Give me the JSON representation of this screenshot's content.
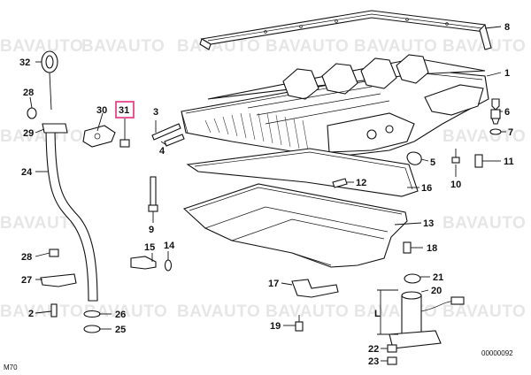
{
  "diagram": {
    "watermark": "BAVAUTO",
    "corner_left": "M70",
    "corner_right": "00000092",
    "highlight_color": "#e0307a",
    "callouts": [
      {
        "id": "c1",
        "label": "1"
      },
      {
        "id": "c2",
        "label": "2"
      },
      {
        "id": "c3",
        "label": "3"
      },
      {
        "id": "c4",
        "label": "4"
      },
      {
        "id": "c5",
        "label": "5"
      },
      {
        "id": "c6",
        "label": "6"
      },
      {
        "id": "c7",
        "label": "7"
      },
      {
        "id": "c8",
        "label": "8"
      },
      {
        "id": "c9",
        "label": "9"
      },
      {
        "id": "c10",
        "label": "10"
      },
      {
        "id": "c11",
        "label": "11"
      },
      {
        "id": "c12",
        "label": "12"
      },
      {
        "id": "c13",
        "label": "13"
      },
      {
        "id": "c14",
        "label": "14"
      },
      {
        "id": "c15",
        "label": "15"
      },
      {
        "id": "c16",
        "label": "16"
      },
      {
        "id": "c17",
        "label": "17"
      },
      {
        "id": "c18",
        "label": "18"
      },
      {
        "id": "c19",
        "label": "19"
      },
      {
        "id": "c20",
        "label": "20"
      },
      {
        "id": "c21",
        "label": "21"
      },
      {
        "id": "c22",
        "label": "22"
      },
      {
        "id": "c23",
        "label": "23"
      },
      {
        "id": "c24",
        "label": "24"
      },
      {
        "id": "c25",
        "label": "25"
      },
      {
        "id": "c26",
        "label": "26"
      },
      {
        "id": "c27",
        "label": "27"
      },
      {
        "id": "c28a",
        "label": "28"
      },
      {
        "id": "c28b",
        "label": "28"
      },
      {
        "id": "c29",
        "label": "29"
      },
      {
        "id": "c30",
        "label": "30"
      },
      {
        "id": "c31",
        "label": "31",
        "highlighted": true
      },
      {
        "id": "c32",
        "label": "32"
      },
      {
        "id": "cL",
        "label": "L"
      }
    ]
  }
}
